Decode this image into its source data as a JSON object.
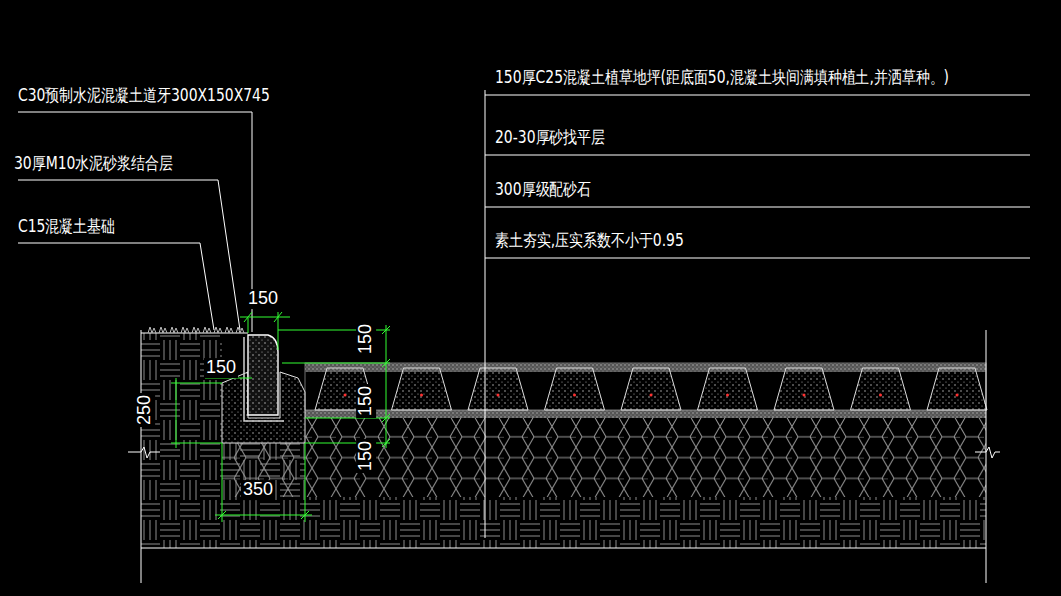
{
  "diagram": {
    "labels": [
      "C30预制水泥混凝土道牙300X150X745",
      "30厚M10水泥砂浆结合层",
      "C15混凝土基础",
      "150厚C25混凝土植草地坪(距底面50,混凝土块间满填种植土,并洒草种。)",
      "20-30厚砂找平层",
      "300厚级配砂石",
      "素土夯实,压实系数不小于0.95",
      "150",
      "150",
      "150",
      "150",
      "150",
      "250",
      "350"
    ]
  }
}
